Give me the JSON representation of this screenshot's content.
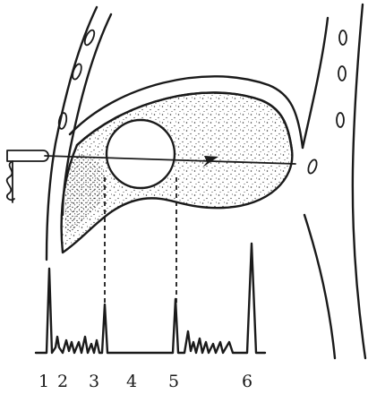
{
  "labels": {
    "l1": "1",
    "l2": "2",
    "l3": "3",
    "l4": "4",
    "l5": "5",
    "l6": "6"
  },
  "colors": {
    "ink": "#1a1a1a",
    "background": "#ffffff"
  }
}
